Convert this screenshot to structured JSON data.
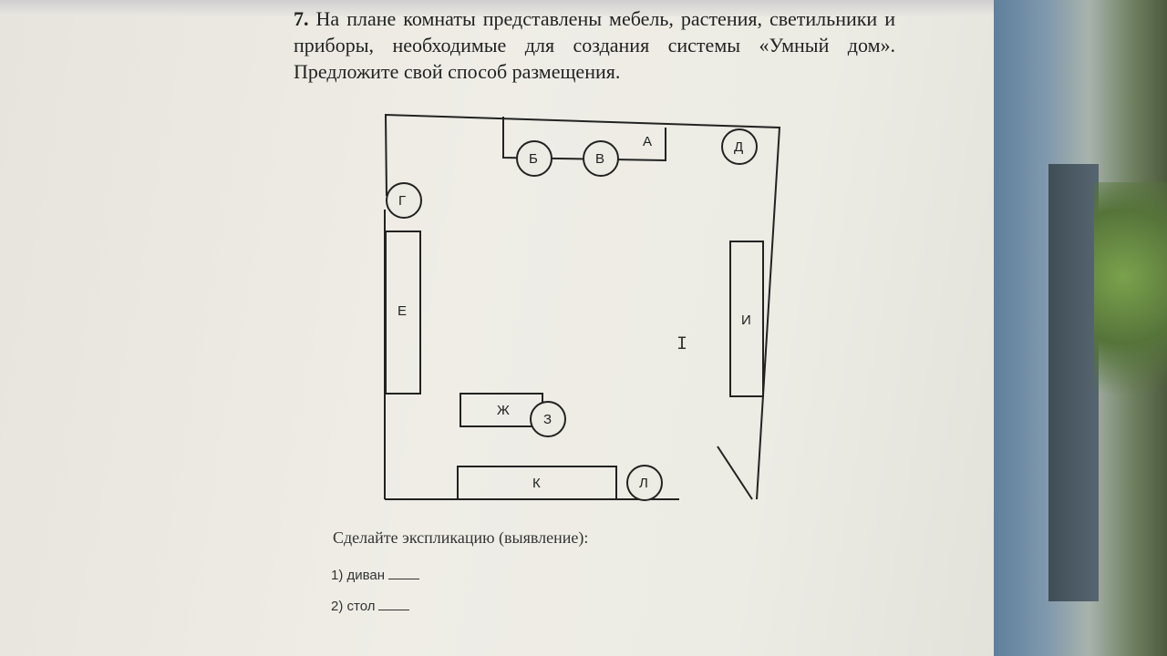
{
  "task": {
    "number": "7.",
    "text": "На плане комнаты представлены мебель, растения, светильники и приборы, необходимые для создания системы «Умный дом». Предложите свой способ размещения."
  },
  "plan_labels": {
    "a": "А",
    "b": "Б",
    "v": "В",
    "g": "Г",
    "d": "Д",
    "e": "Е",
    "zh": "Ж",
    "z": "З",
    "i": "И",
    "k": "К",
    "l": "Л"
  },
  "explication": {
    "title": "Сделайте экспликацию (выявление):",
    "items": [
      "1) диван",
      "2) стол"
    ]
  },
  "colors": {
    "ink": "#222222",
    "paper": "#ecebe4"
  }
}
